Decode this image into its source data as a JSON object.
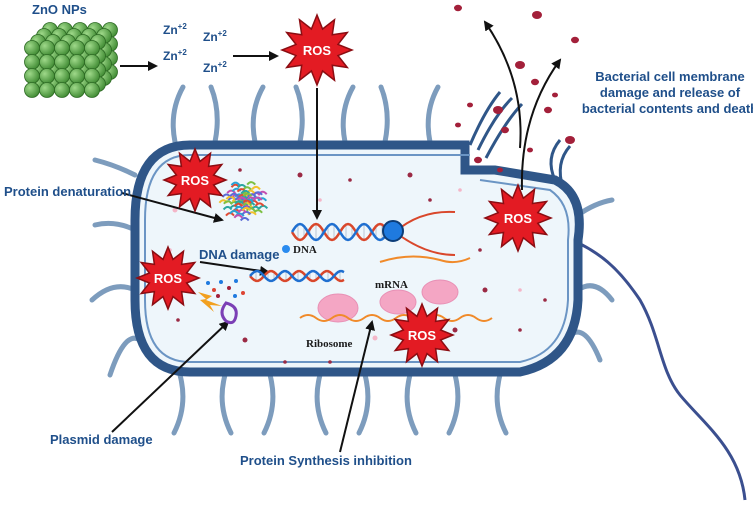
{
  "title": "ZnO NPs",
  "ions": [
    "Zn +2",
    "Zn +2",
    "Zn +2",
    "Zn +2"
  ],
  "ion_symbol": "Zn",
  "ion_charge": "+2",
  "ros_label": "ROS",
  "labels": {
    "membrane": [
      "Bacterial cell membrane",
      "damage and release of",
      "bacterial contents and death"
    ],
    "protein_denaturation": "Protein denaturation",
    "dna_damage": "DNA damage",
    "dna": "DNA",
    "mrna": "mRNA",
    "ribosome": "Ribosome",
    "plasmid_damage": "Plasmid damage",
    "protein_synthesis": "Protein Synthesis inhibition"
  },
  "colors": {
    "label_blue": "#1f4f8a",
    "ros_red": "#e31b23",
    "cell_fill": "#eef6fb",
    "membrane": "#3a5f8f",
    "np_green": "#5aa846",
    "dot_crimson": "#a3203a"
  }
}
